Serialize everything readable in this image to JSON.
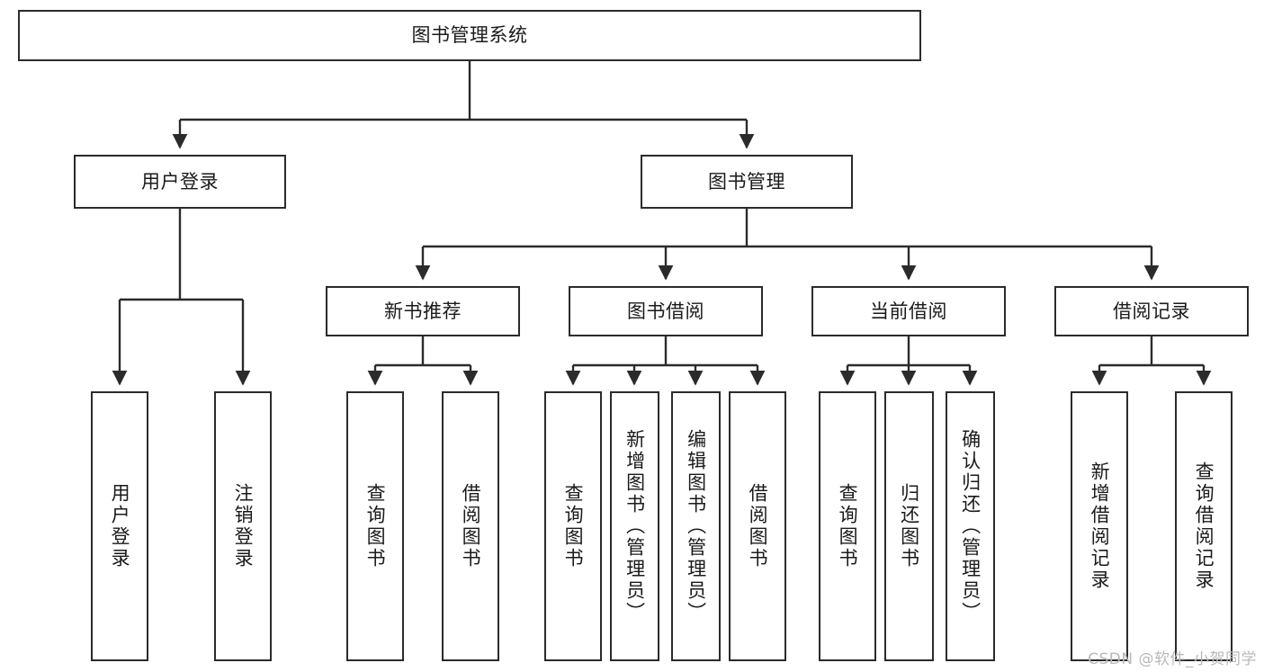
{
  "diagram": {
    "title": "图书管理系统",
    "type": "tree-hierarchy-chart",
    "watermark": "CSDN @软件_小贺同学",
    "colors": {
      "box_border": "#2b2b2b",
      "box_fill": "#ffffff",
      "edge": "#2b2b2b",
      "text": "#1a1a1a",
      "watermark": "#b9b9b9"
    }
  },
  "nodes": {
    "root": {
      "label": "图书管理系统"
    },
    "level1": [
      {
        "label": "用户登录"
      },
      {
        "label": "图书管理"
      }
    ],
    "level2": [
      {
        "label": "新书推荐"
      },
      {
        "label": "图书借阅"
      },
      {
        "label": "当前借阅"
      },
      {
        "label": "借阅记录"
      }
    ],
    "leaves": {
      "user_login": [
        {
          "label": "用户登录"
        },
        {
          "label": "注销登录"
        }
      ],
      "new_book_recommend": [
        {
          "label": "查询图书"
        },
        {
          "label": "借阅图书"
        }
      ],
      "book_borrow": [
        {
          "label": "查询图书"
        },
        {
          "label": "新增图书（管理员）"
        },
        {
          "label": "编辑图书（管理员）"
        },
        {
          "label": "借阅图书"
        }
      ],
      "current_borrow": [
        {
          "label": "查询图书"
        },
        {
          "label": "归还图书"
        },
        {
          "label": "确认归还（管理员）"
        }
      ],
      "borrow_record": [
        {
          "label": "新增借阅记录"
        },
        {
          "label": "查询借阅记录"
        }
      ]
    }
  }
}
